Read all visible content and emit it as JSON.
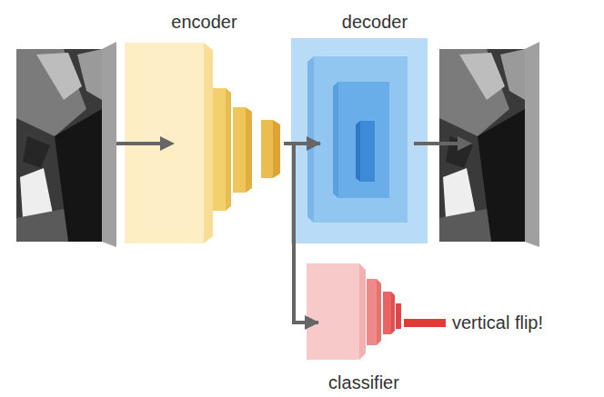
{
  "diagram": {
    "nodes": [
      {
        "text": [
          "encoder"
        ]
      },
      {
        "text": [
          "decoder"
        ]
      },
      {
        "text": [
          "classifier"
        ]
      }
    ],
    "edges": [
      {
        "from": 0,
        "to": 1,
        "arrow": "to"
      },
      {
        "from": 0,
        "to": 2,
        "arrow": "to"
      }
    ],
    "labels": [
      "vertical flip!"
    ]
  }
}
